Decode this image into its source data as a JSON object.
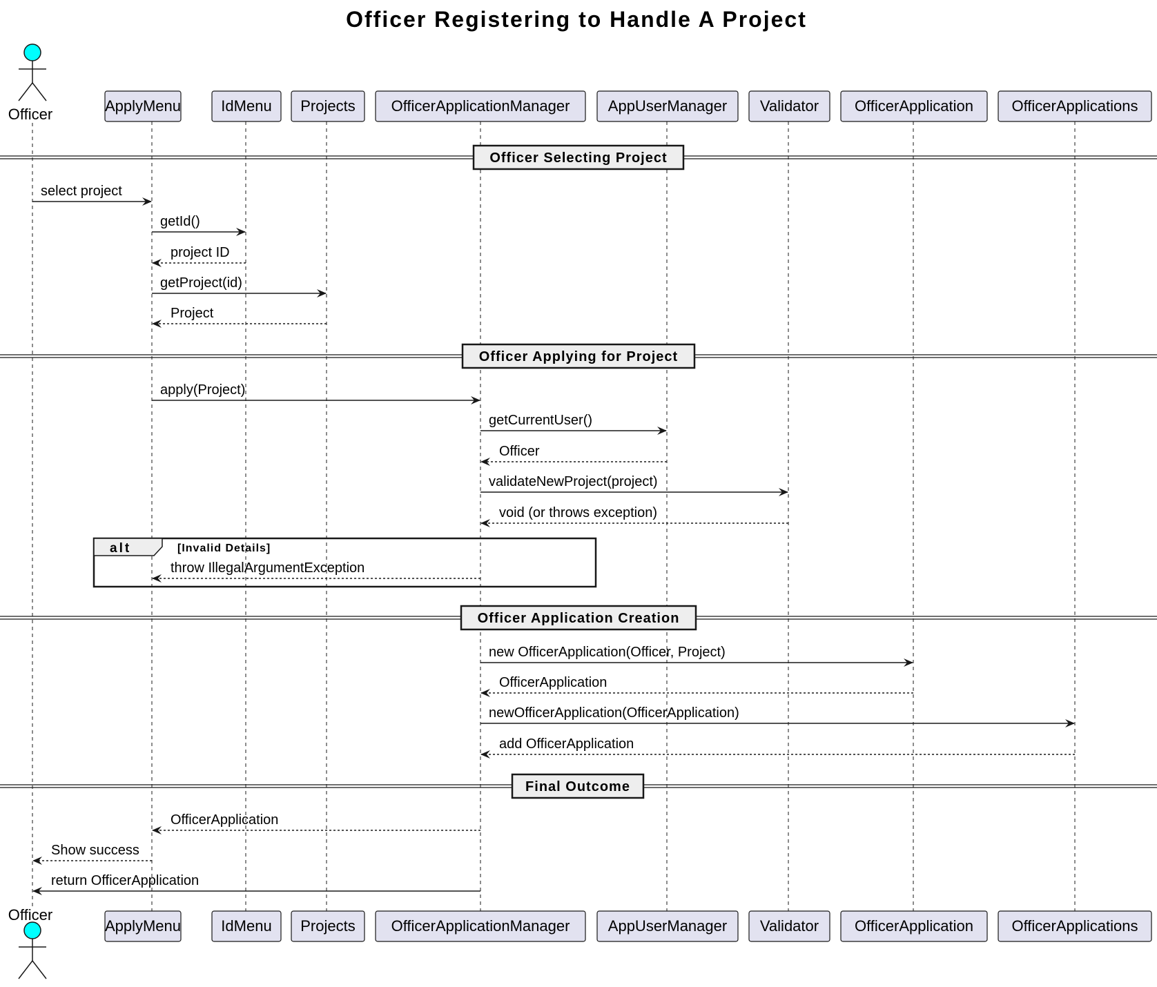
{
  "title": "Officer Registering to Handle A Project",
  "colors": {
    "participant_fill": "#e2e2f0",
    "participant_stroke": "#181818",
    "actor_head": "#00ffff",
    "divider_fill": "#eeeeee",
    "line": "#181818"
  },
  "actor": {
    "name": "Officer",
    "icon": "stick-figure-icon"
  },
  "participants": [
    {
      "id": "applymenu",
      "name": "ApplyMenu"
    },
    {
      "id": "idmenu",
      "name": "IdMenu"
    },
    {
      "id": "projects",
      "name": "Projects"
    },
    {
      "id": "oam",
      "name": "OfficerApplicationManager"
    },
    {
      "id": "aum",
      "name": "AppUserManager"
    },
    {
      "id": "validator",
      "name": "Validator"
    },
    {
      "id": "oapp",
      "name": "OfficerApplication"
    },
    {
      "id": "oapps",
      "name": "OfficerApplications"
    }
  ],
  "dividers": [
    "Officer Selecting Project",
    "Officer Applying for Project",
    "Officer Application Creation",
    "Final Outcome"
  ],
  "messages": [
    {
      "from": "officer",
      "to": "applymenu",
      "label": "select project",
      "dashed": false
    },
    {
      "from": "applymenu",
      "to": "idmenu",
      "label": "getId()",
      "dashed": false
    },
    {
      "from": "idmenu",
      "to": "applymenu",
      "label": "project ID",
      "dashed": true
    },
    {
      "from": "applymenu",
      "to": "projects",
      "label": "getProject(id)",
      "dashed": false
    },
    {
      "from": "projects",
      "to": "applymenu",
      "label": "Project",
      "dashed": true
    },
    {
      "from": "applymenu",
      "to": "oam",
      "label": "apply(Project)",
      "dashed": false
    },
    {
      "from": "oam",
      "to": "aum",
      "label": "getCurrentUser()",
      "dashed": false
    },
    {
      "from": "aum",
      "to": "oam",
      "label": "Officer",
      "dashed": true
    },
    {
      "from": "oam",
      "to": "validator",
      "label": "validateNewProject(project)",
      "dashed": false
    },
    {
      "from": "validator",
      "to": "oam",
      "label": "void (or throws exception)",
      "dashed": true
    },
    {
      "from": "oam",
      "to": "applymenu",
      "label": "throw IllegalArgumentException",
      "dashed": true
    },
    {
      "from": "oam",
      "to": "oapp",
      "label": "new OfficerApplication(Officer, Project)",
      "dashed": false
    },
    {
      "from": "oapp",
      "to": "oam",
      "label": "OfficerApplication",
      "dashed": true
    },
    {
      "from": "oam",
      "to": "oapps",
      "label": "newOfficerApplication(OfficerApplication)",
      "dashed": false
    },
    {
      "from": "oapps",
      "to": "oam",
      "label": "add OfficerApplication",
      "dashed": true
    },
    {
      "from": "oam",
      "to": "applymenu",
      "label": "OfficerApplication",
      "dashed": true
    },
    {
      "from": "applymenu",
      "to": "officer",
      "label": "Show success",
      "dashed": true
    },
    {
      "from": "oam",
      "to": "officer",
      "label": "return OfficerApplication",
      "dashed": false
    }
  ],
  "alt": {
    "keyword": "alt",
    "condition": "[Invalid Details]"
  }
}
